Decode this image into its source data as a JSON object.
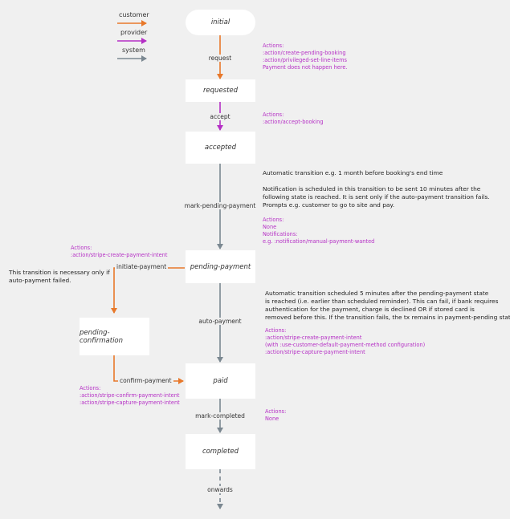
{
  "colors": {
    "customer": "#e8782a",
    "provider": "#b52fc5",
    "system": "#7b8891",
    "node_bg": "#ffffff",
    "background": "#f0f0f0",
    "note_text": "#b52fc5"
  },
  "legend": {
    "customer": "customer",
    "provider": "provider",
    "system": "system"
  },
  "states": {
    "initial": "initial",
    "requested": "requested",
    "accepted": "accepted",
    "pending_payment": "pending-payment",
    "pending_confirmation": "pending-confirmation",
    "paid": "paid",
    "completed": "completed"
  },
  "transitions": {
    "request": "request",
    "accept": "accept",
    "mark_pending_payment": "mark-pending-payment",
    "initiate_payment": "initiate-payment",
    "auto_payment": "auto-payment",
    "confirm_payment": "confirm-payment",
    "mark_completed": "mark-completed",
    "onwards": "onwards"
  },
  "notes": {
    "request_actions": {
      "heading": "Actions:",
      "lines": [
        ":action/create-pending-booking",
        ":action/privileged-set-line-items",
        "Payment does not happen here."
      ]
    },
    "accept_actions": {
      "heading": "Actions:",
      "lines": [
        ":action/accept-booking"
      ]
    },
    "mark_pending_payment_description": {
      "line1": "Automatic transition e.g. 1 month before booking's end time",
      "line2": "Notification is scheduled in this transition to be sent  10 minutes after the",
      "line3": "following state is reached. It is sent only if the auto-payment transition fails.",
      "line4": "Prompts e.g. customer to go to site and pay."
    },
    "mark_pending_payment_actions": {
      "heading": "Actions:",
      "lines": [
        "None",
        "Notifications:",
        "e.g. :notification/manual-payment-wanted"
      ]
    },
    "initiate_payment_actions": {
      "heading": "Actions:",
      "lines": [
        ":action/stripe-create-payment-intent"
      ]
    },
    "initiate_payment_description": {
      "line1": "This transition is necessary only if",
      "line2": "auto-payment failed."
    },
    "auto_payment_description": {
      "line1": "Automatic transition scheduled 5 minutes after the pending-payment state",
      "line2": "is reached (i.e. earlier than scheduled reminder). This can fail, if bank requires",
      "line3": "authentication for the payment, charge is declined OR if stored card is",
      "line4": "removed before this. If the transition fails, the tx remains in payment-pending state."
    },
    "auto_payment_actions": {
      "heading": "Actions:",
      "lines": [
        ":action/stripe-create-payment-intent",
        "(with :use-customer-default-payment-method configuration)",
        ":action/stripe-capture-payment-intent"
      ]
    },
    "confirm_payment_actions": {
      "heading": "Actions:",
      "lines": [
        ":action/stripe-confirm-payment-intent",
        ":action/stripe-capture-payment-intent"
      ]
    },
    "mark_completed_actions": {
      "heading": "Actions:",
      "lines": [
        "None"
      ]
    }
  }
}
